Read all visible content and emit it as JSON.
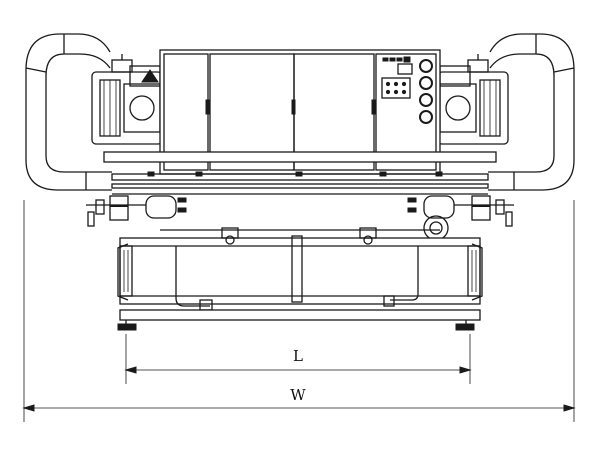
{
  "drawing": {
    "dimensions": {
      "inner_label": "L",
      "outer_label": "W"
    },
    "control_panel": {
      "icon": "brand-logo-icon",
      "indicator_count": 4
    },
    "colors": {
      "line": "#1a1a1a",
      "background": "#ffffff"
    }
  }
}
